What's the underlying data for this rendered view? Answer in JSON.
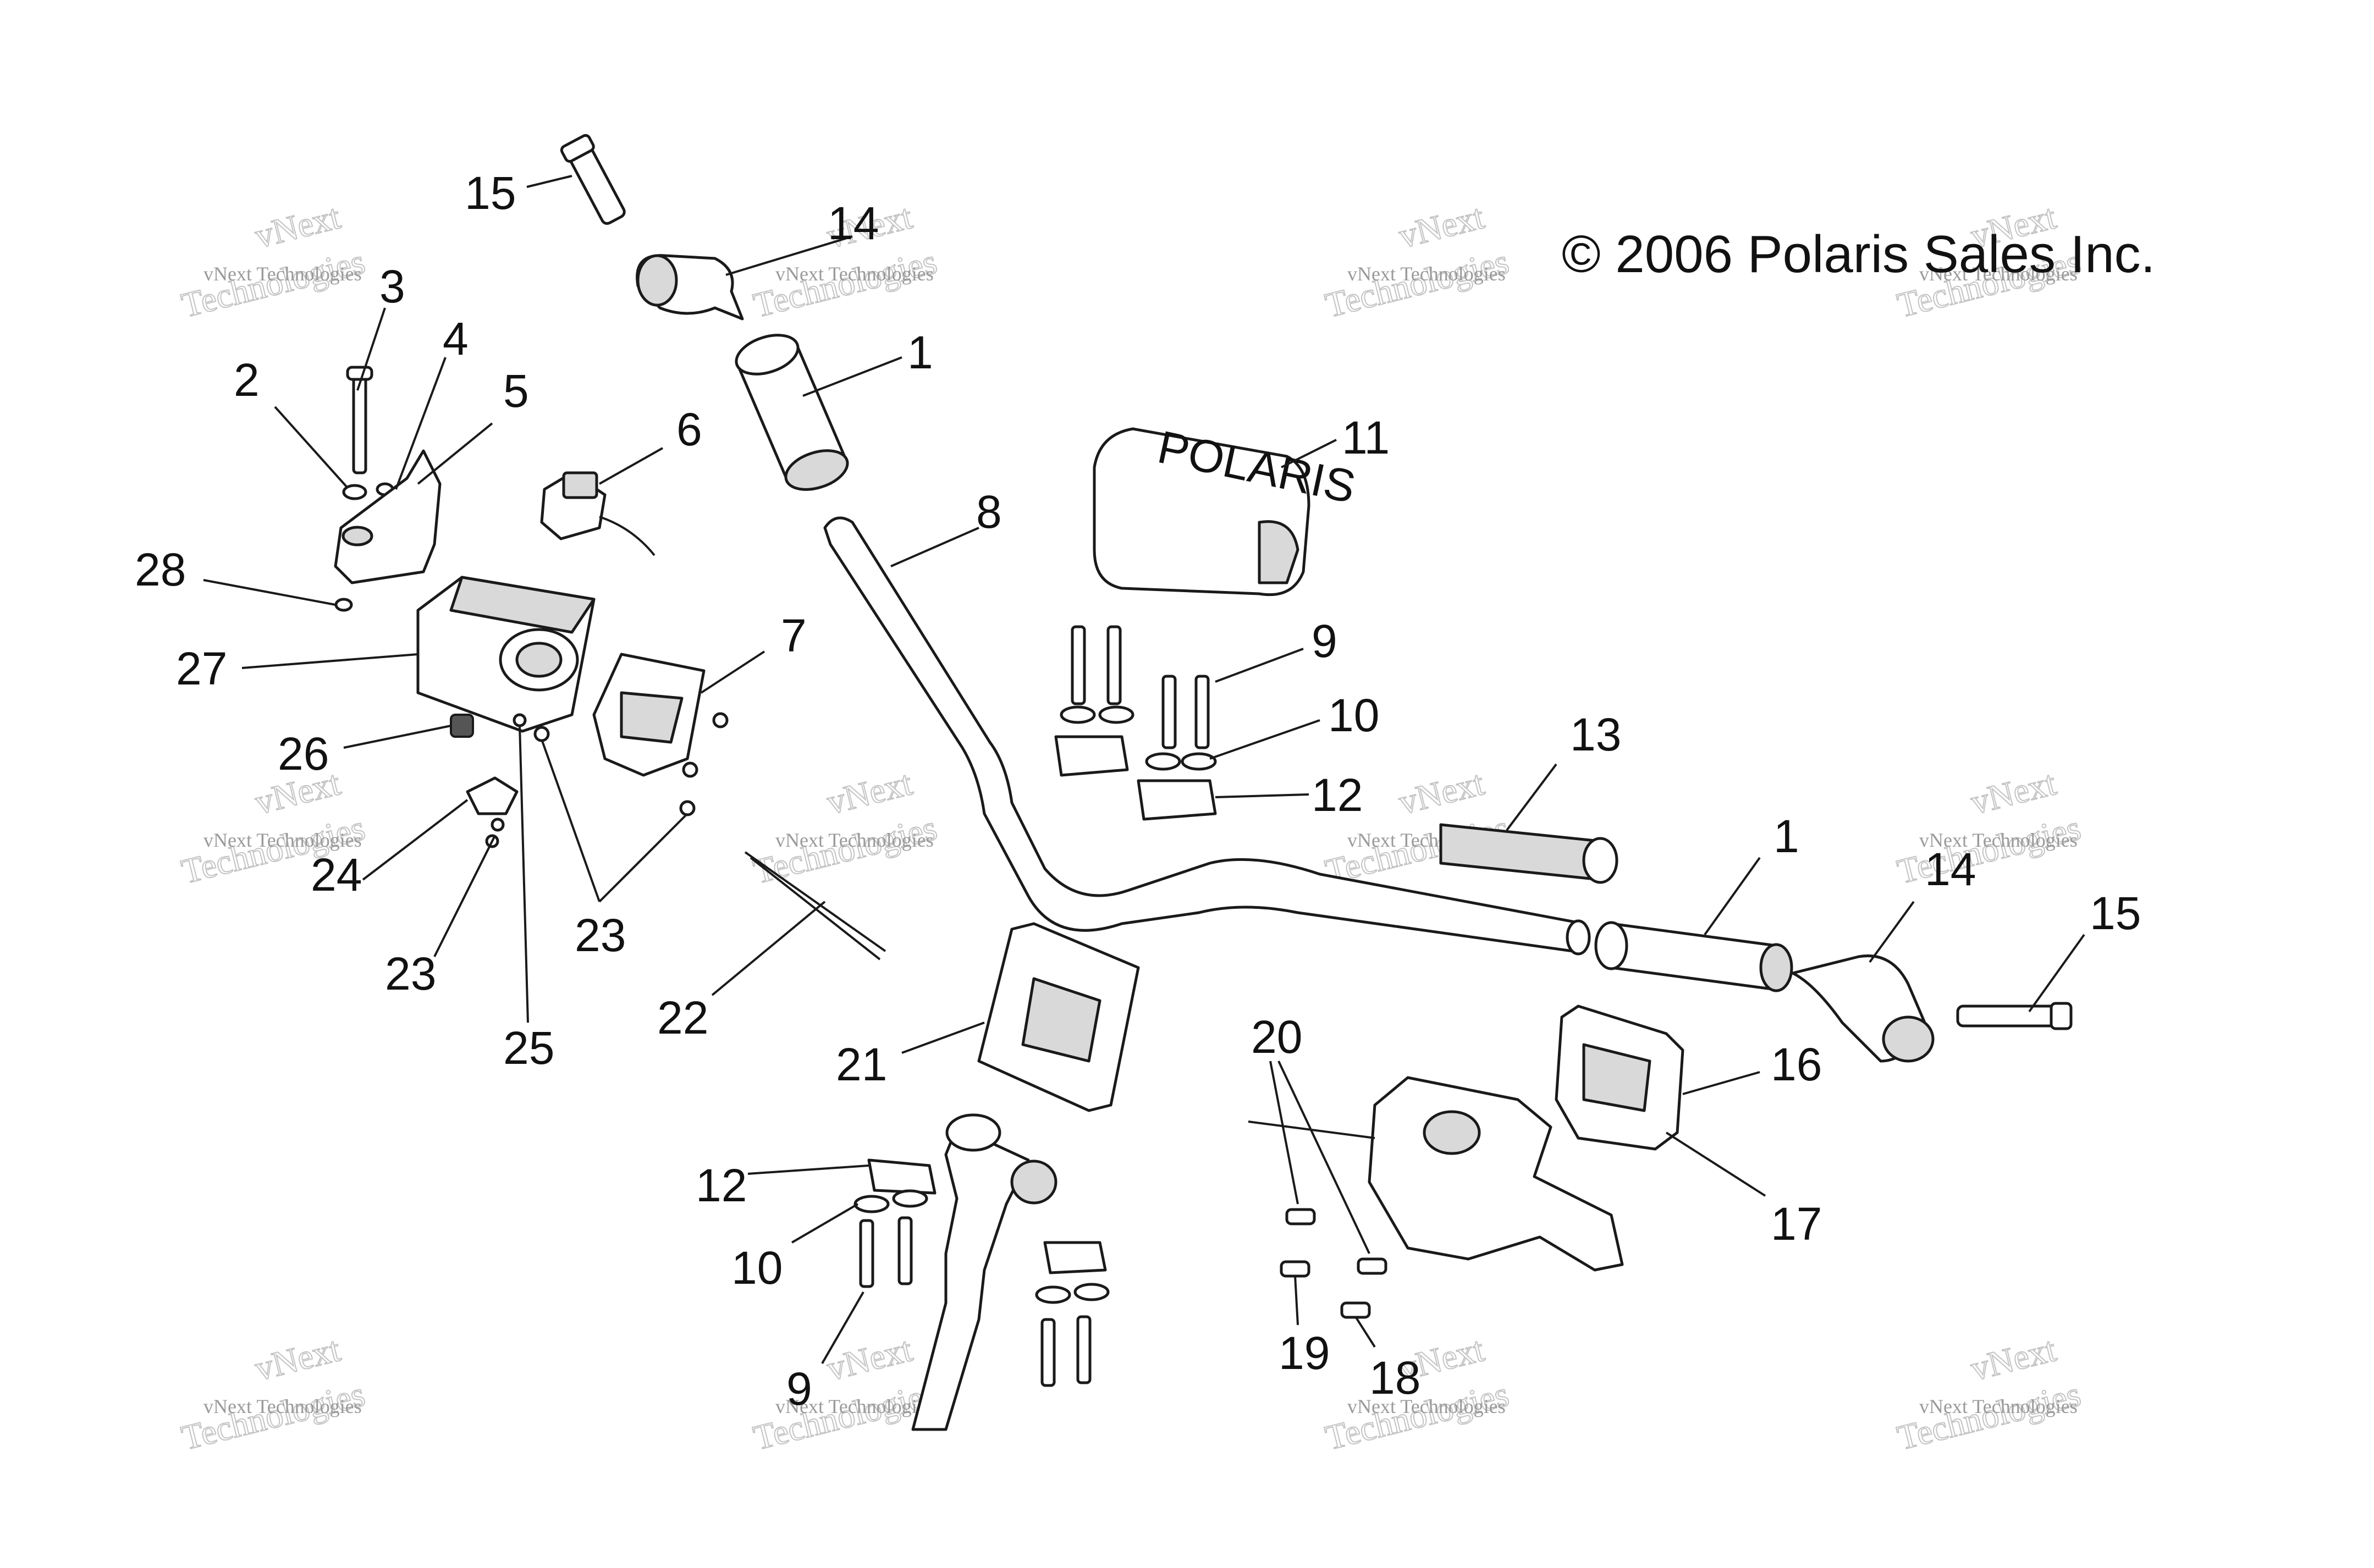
{
  "copyright": "© 2006 Polaris Sales Inc.",
  "watermark": {
    "brand_small": "vNext Technologies",
    "brand_large_1": "vNext",
    "brand_large_2": "Technologies"
  },
  "callouts": {
    "c1a": "1",
    "c1b": "1",
    "c2": "2",
    "c3": "3",
    "c4": "4",
    "c5": "5",
    "c6": "6",
    "c7": "7",
    "c8": "8",
    "c9a": "9",
    "c9b": "9",
    "c10a": "10",
    "c10b": "10",
    "c11": "11",
    "c12a": "12",
    "c12b": "12",
    "c13": "13",
    "c14a": "14",
    "c14b": "14",
    "c15a": "15",
    "c15b": "15",
    "c16": "16",
    "c17": "17",
    "c18": "18",
    "c19": "19",
    "c20": "20",
    "c21": "21",
    "c22": "22",
    "c23a": "23",
    "c23b": "23",
    "c24": "24",
    "c25": "25",
    "c26": "26",
    "c27": "27",
    "c28": "28"
  },
  "logo_text": "POLARIS"
}
